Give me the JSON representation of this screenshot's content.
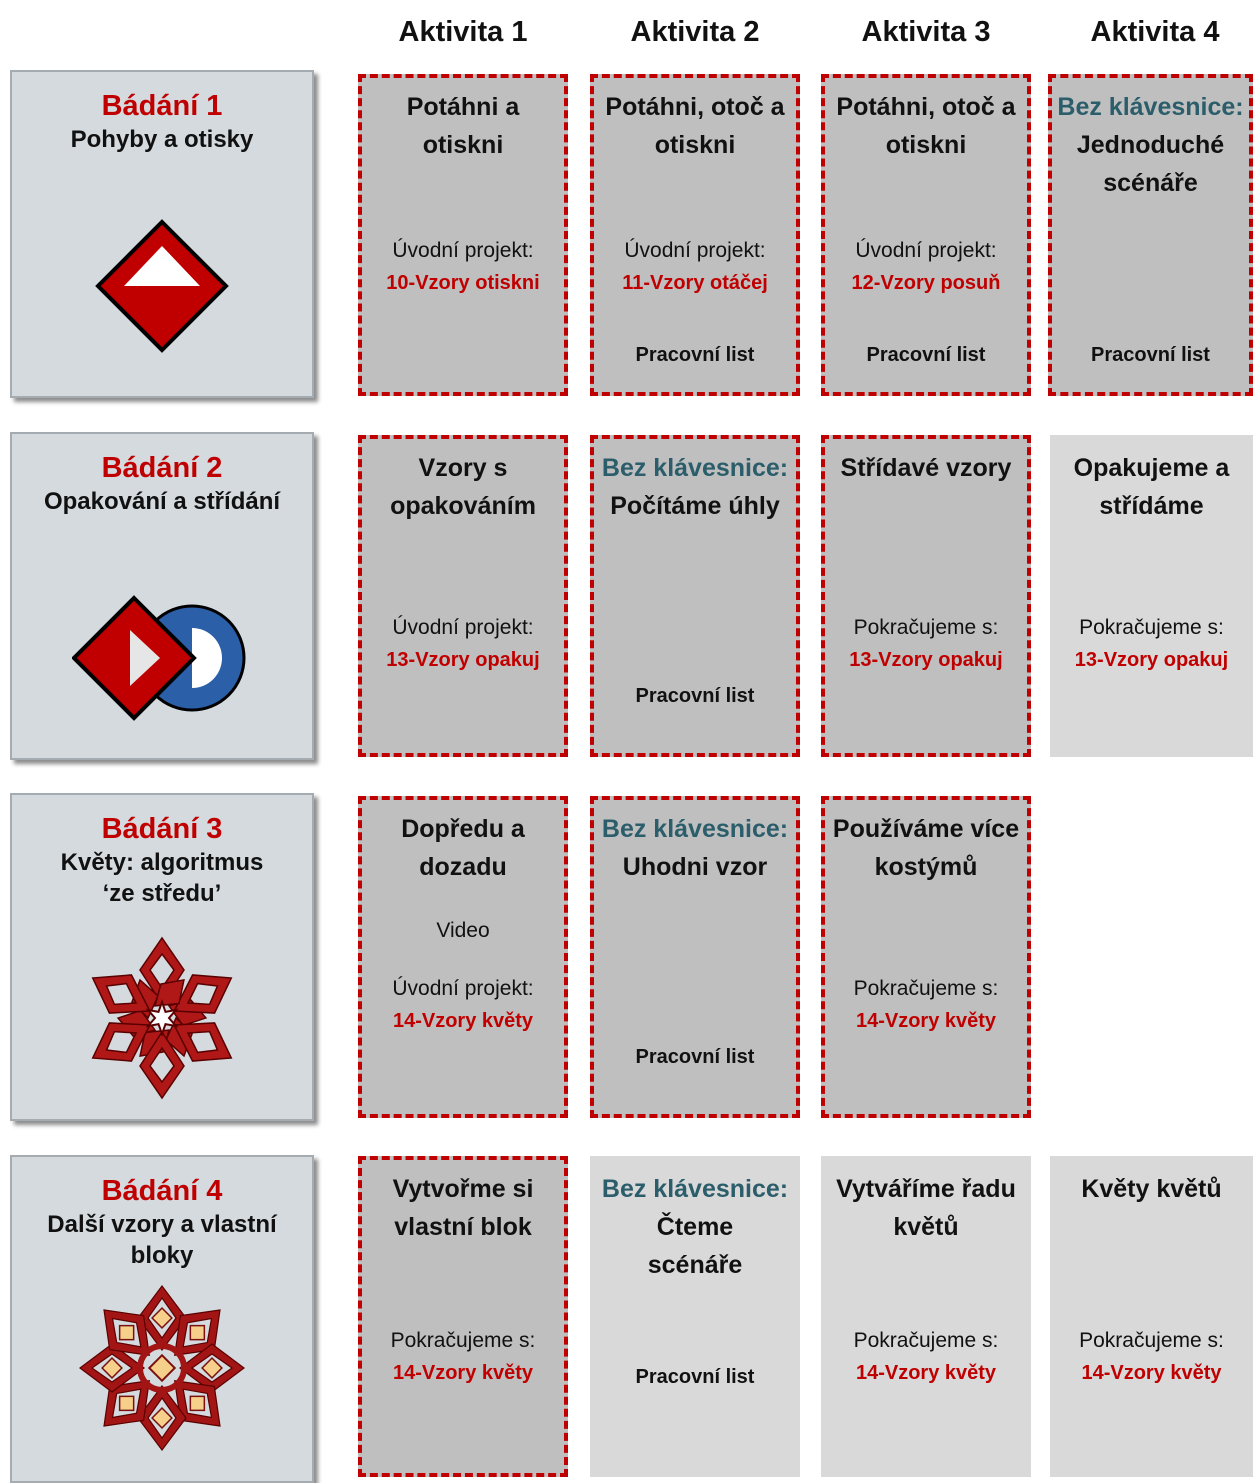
{
  "columns": [
    "Aktivita 1",
    "Aktivita 2",
    "Aktivita 3",
    "Aktivita 4"
  ],
  "rows": [
    {
      "title": "Bádání 1",
      "subtitle": "Pohyby a otisky",
      "icon": "diamond-triangle-icon",
      "cells": [
        {
          "title": "Potáhni a otiskni",
          "label": "Úvodní projekt:",
          "project": "10-Vzory otiskni"
        },
        {
          "title": "Potáhni, otoč a otiskni",
          "label": "Úvodní projekt:",
          "project": "11-Vzory otáčej",
          "worksheet": "Pracovní list"
        },
        {
          "title": "Potáhni, otoč a otiskni",
          "label": "Úvodní projekt:",
          "project": "12-Vzory posuň",
          "worksheet": "Pracovní list"
        },
        {
          "note": "Bez klávesnice:",
          "title": "Jednoduché scénáře",
          "worksheet": "Pracovní list"
        }
      ]
    },
    {
      "title": "Bádání 2",
      "subtitle": "Opakování a střídání",
      "icon": "diamond-circle-icon",
      "cells": [
        {
          "title": "Vzory s opakováním",
          "label": "Úvodní projekt:",
          "project": "13-Vzory opakuj"
        },
        {
          "note": "Bez klávesnice:",
          "title": "Počítáme úhly",
          "worksheet": "Pracovní list"
        },
        {
          "title": "Střídavé vzory",
          "label": "Pokračujeme s:",
          "project": "13-Vzory opakuj"
        },
        {
          "title": "Opakujeme a střídáme",
          "label": "Pokračujeme s:",
          "project": "13-Vzory opakuj"
        }
      ]
    },
    {
      "title": "Bádání 3",
      "subtitle": "Květy: algoritmus ‘ze středu’",
      "icon": "star-flower-icon",
      "cells": [
        {
          "title": "Dopředu a dozadu",
          "video": "Video",
          "label": "Úvodní projekt:",
          "project": "14-Vzory květy"
        },
        {
          "note": "Bez klávesnice:",
          "title": "Uhodni vzor",
          "worksheet": "Pracovní list"
        },
        {
          "title": "Používáme více kostýmů",
          "label": "Pokračujeme s:",
          "project": "14-Vzory květy"
        }
      ]
    },
    {
      "title": "Bádání 4",
      "subtitle": "Další vzory a vlastní bloky",
      "icon": "ornate-flower-icon",
      "cells": [
        {
          "title": "Vytvořme si vlastní blok",
          "label": "Pokračujeme s:",
          "project": "14-Vzory květy"
        },
        {
          "note": "Bez klávesnice:",
          "title": "Čteme scénáře",
          "worksheet": "Pracovní list"
        },
        {
          "title": "Vytváříme řadu květů",
          "label": "Pokračujeme s:",
          "project": "14-Vzory květy"
        },
        {
          "title": "Květy květů",
          "label": "Pokračujeme s:",
          "project": "14-Vzory květy"
        }
      ]
    }
  ],
  "colors": {
    "accent_red": "#c00000",
    "note_teal": "#2b5d6b",
    "dashed_bg": "#bfbfbf",
    "plain_bg": "#d9d9d9",
    "row_bg": "#d4dade"
  }
}
